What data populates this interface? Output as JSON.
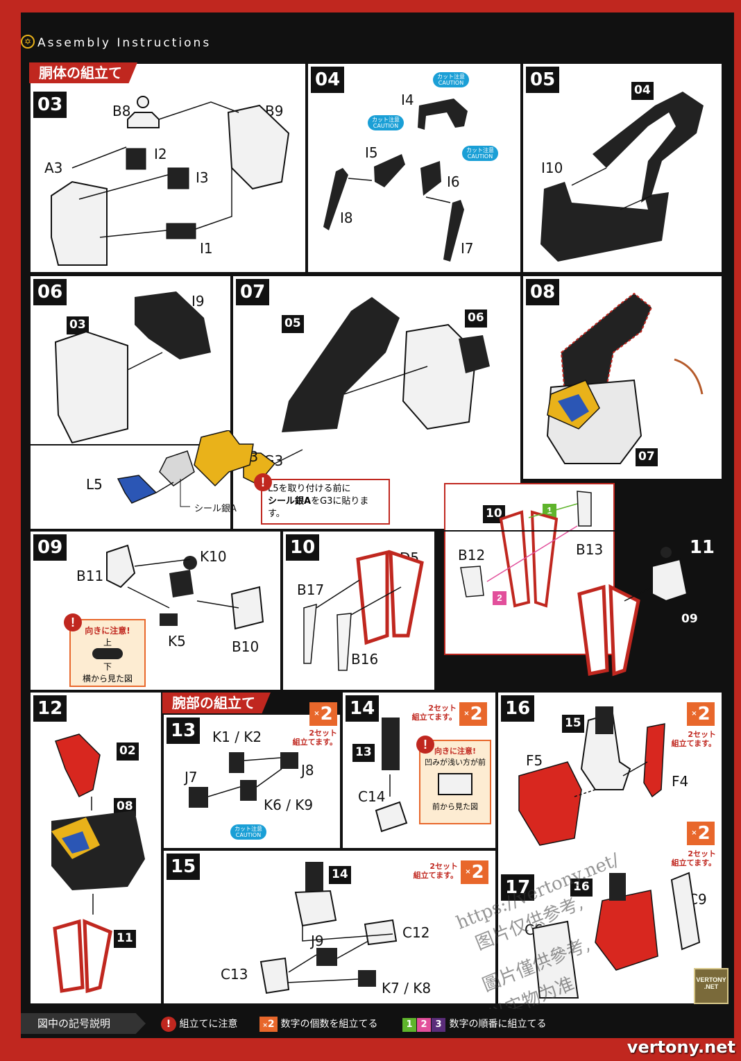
{
  "header": {
    "title": "Assembly Instructions"
  },
  "sections": {
    "torso": "胴体の組立て",
    "arms": "腕部の組立て"
  },
  "steps": {
    "s03": {
      "num": "03",
      "parts": [
        "B8",
        "B9",
        "A3",
        "I2",
        "I3",
        "I1"
      ]
    },
    "s04": {
      "num": "04",
      "parts": [
        "I4",
        "I5",
        "I6",
        "I8",
        "I7"
      ],
      "caution_jp": "カット注意",
      "caution_en": "CAUTION"
    },
    "s05": {
      "num": "05",
      "sub": "04",
      "parts": [
        "I10"
      ]
    },
    "s06": {
      "num": "06",
      "sub": "03",
      "parts": [
        "I9"
      ]
    },
    "s07": {
      "num": "07",
      "subs": [
        "05",
        "06"
      ],
      "parts": [
        "G3",
        "L5"
      ],
      "seal": "シール銀A",
      "warn_line1": "L5を取り付ける前に",
      "warn_line2_bold": "シール銀A",
      "warn_line2_rest": "をG3に貼ります。"
    },
    "s08": {
      "num": "08",
      "sub": "07"
    },
    "s09": {
      "num": "09",
      "parts": [
        "K10",
        "B11",
        "K5",
        "B10"
      ],
      "tip_title": "向きに注意!",
      "tip_up": "上",
      "tip_down": "下",
      "tip_caption": "横から見た図"
    },
    "s10": {
      "num": "10",
      "parts": [
        "D5",
        "B17",
        "B16"
      ]
    },
    "s11": {
      "num": "11",
      "sub_a": "10",
      "sub_b": "09",
      "parts": [
        "B12",
        "B13"
      ],
      "order1": "1",
      "order2": "2"
    },
    "s12": {
      "num": "12",
      "subs": [
        "02",
        "08",
        "11"
      ]
    },
    "s13": {
      "num": "13",
      "parts": [
        "K1 / K2",
        "J7",
        "J8",
        "K6 / K9"
      ],
      "x2": "2",
      "x2_note_1": "2セット",
      "x2_note_2": "組立てます。",
      "caution_jp": "カット注意",
      "caution_en": "CAUTION"
    },
    "s14": {
      "num": "14",
      "sub": "13",
      "parts": [
        "C14"
      ],
      "x2": "2",
      "x2_note_1": "2セット",
      "x2_note_2": "組立てます。",
      "tip_title": "向きに注意!",
      "tip_sub": "凹みが浅い方が前",
      "tip_caption": "前から見た図"
    },
    "s15": {
      "num": "15",
      "sub": "14",
      "parts": [
        "C12",
        "J9",
        "C13",
        "K7 / K8"
      ],
      "x2": "2",
      "x2_note_1": "2セット",
      "x2_note_2": "組立てます。"
    },
    "s16": {
      "num": "16",
      "sub": "15",
      "parts": [
        "F5",
        "F4"
      ],
      "x2": "2",
      "x2_note_1": "2セット",
      "x2_note_2": "組立てます。"
    },
    "s17": {
      "num": "17",
      "sub": "16",
      "parts": [
        "C9",
        "C6"
      ],
      "x2": "2",
      "x2_note_1": "2セット",
      "x2_note_2": "組立てます。"
    }
  },
  "legend": {
    "title": "図中の記号説明",
    "warn_text": "組立てに注意",
    "count_text": "数字の個数を組立てる",
    "order_text": "数字の順番に組立てる",
    "n1": "1",
    "n2": "2",
    "n3": "3",
    "x2": "2"
  },
  "watermarks": {
    "url": "https://vertony.net/",
    "cn1": "图片仅供参考,",
    "cn2": "圖片僅供參考,",
    "cn3": "以实物为准",
    "footer": "vertony.net",
    "logo_line1": "VERTONY",
    "logo_line2": ".NET"
  },
  "colors": {
    "frame_red": "#c0271f",
    "caution_blue": "#1a9fd6",
    "x2_orange": "#e8672b",
    "order1": "#5fb42c",
    "order2": "#e24f9b",
    "order3": "#5b2d7a"
  }
}
